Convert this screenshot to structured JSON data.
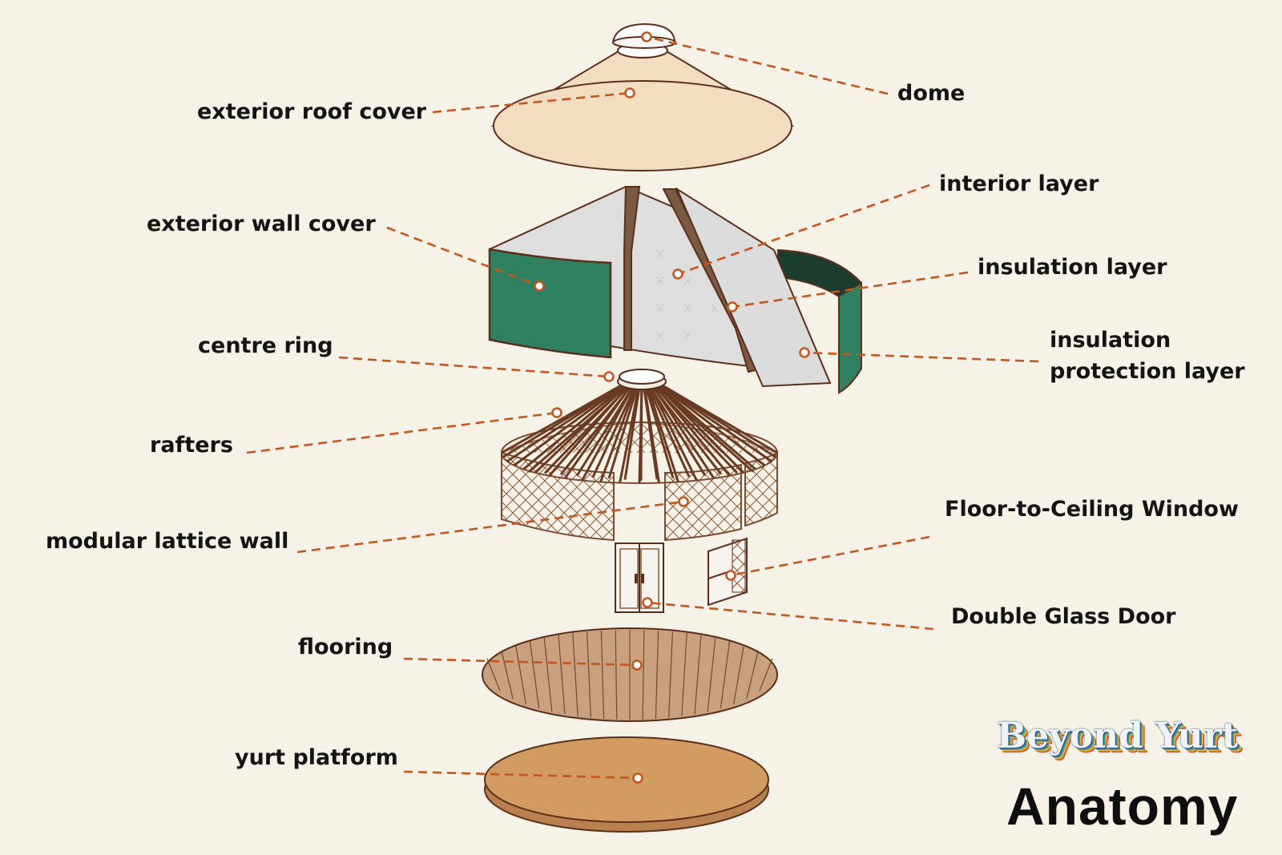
{
  "labels": {
    "dome": "dome",
    "exterior_roof_cover": "exterior roof cover",
    "interior_layer": "interior layer",
    "exterior_wall_cover": "exterior wall cover",
    "insulation_layer": "insulation layer",
    "insulation_protection_1": "insulation",
    "insulation_protection_2": "protection layer",
    "centre_ring": "centre ring",
    "rafters": "rafters",
    "floor_to_ceiling_window": "Floor-to-Ceiling Window",
    "modular_lattice_wall": "modular lattice wall",
    "double_glass_door": "Double Glass Door",
    "flooring": "flooring",
    "yurt_platform": "yurt platform"
  },
  "brand": {
    "name": "Beyond Yurt",
    "heading": "Anatomy"
  },
  "colors": {
    "background": "#f6f2e7",
    "leader": "#c4561f",
    "outline": "#5a2e1a",
    "roof": "#f3ddc0",
    "green": "#2e8060",
    "green_dark": "#1c3d2e",
    "fabric": "#dfdfdf",
    "wood": "#7b5a44",
    "floor": "#c9a17f",
    "platform": "#d19b62"
  }
}
